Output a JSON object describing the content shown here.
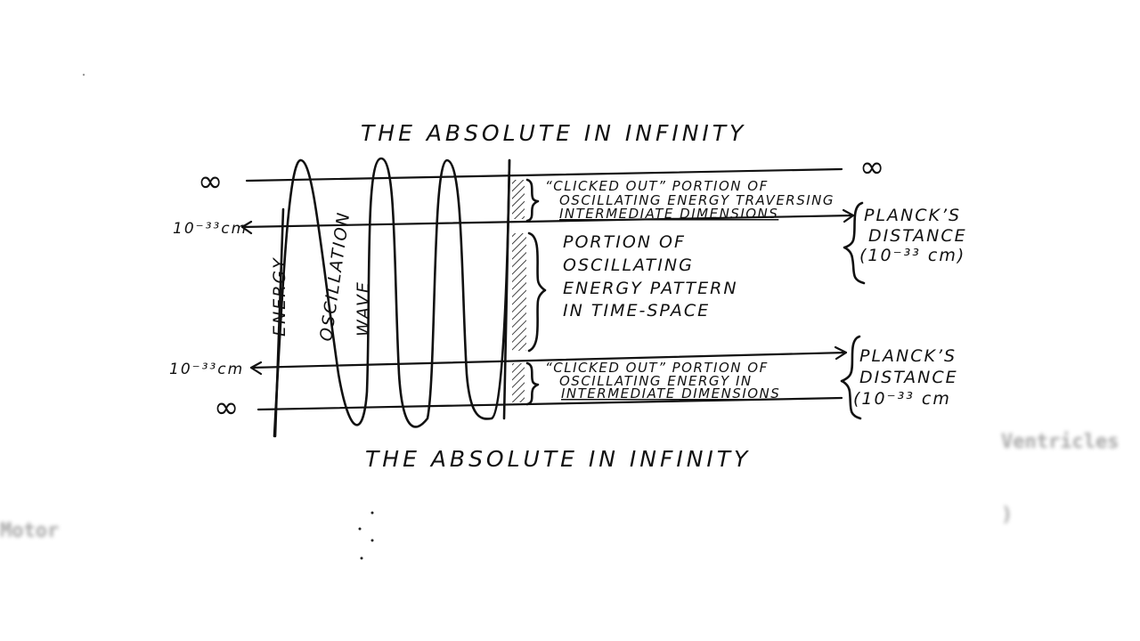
{
  "title_top": "THE ABSOLUTE IN INFINITY",
  "title_bottom": "THE ABSOLUTE IN INFINITY",
  "infinity_symbol": "∞",
  "planck_level_label": "10⁻³³cm",
  "vertical_labels": [
    "ENERGY",
    "OSCILLATION",
    "WAVE"
  ],
  "upper_clicked_out": [
    "“CLICKED OUT” PORTION OF",
    "OSCILLATING ENERGY TRAVERSING",
    "INTERMEDIATE DIMENSIONS"
  ],
  "middle_portion": [
    "PORTION OF",
    "OSCILLATING",
    "ENERGY PATTERN",
    "IN TIME-SPACE"
  ],
  "lower_clicked_out": [
    "“CLICKED OUT” PORTION OF",
    "OSCILLATING ENERGY IN",
    "INTERMEDIATE DIMENSIONS"
  ],
  "planck_upper": [
    "PLANCK’S",
    "DISTANCE",
    "(10⁻³³ cm)"
  ],
  "planck_lower": [
    "PLANCK’S",
    "DISTANCE",
    "(10⁻³³ cm"
  ],
  "background_fragments": {
    "right": "Ventricles",
    "left": "Motor",
    "paren": ")"
  }
}
